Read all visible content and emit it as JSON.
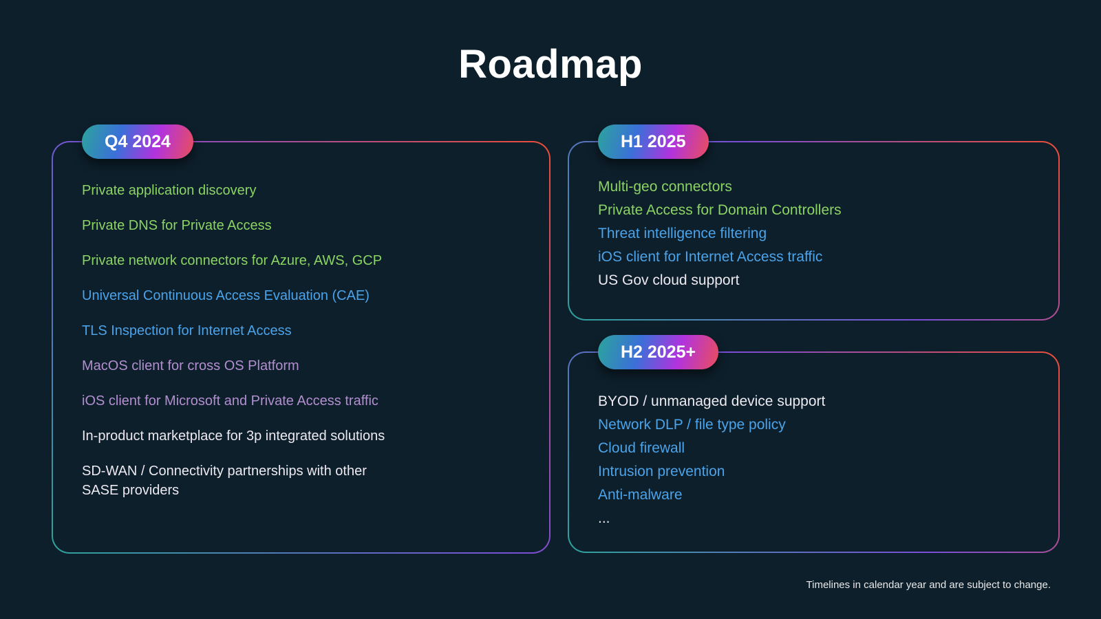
{
  "title": "Roadmap",
  "footnote": "Timelines in calendar year and are subject to change.",
  "colors": {
    "background": "#0D1F2B",
    "title_white": "#FFFFFF",
    "green": "#8BD463",
    "blue": "#4BA3EA",
    "purple": "#B38FD0",
    "white": "#EDE9F1",
    "badge_text": "#FFFFFF",
    "badge_gradient": [
      "#2CA49C",
      "#3A70D8",
      "#B233DE",
      "#EA4E5B"
    ],
    "border_gradient": [
      "#2EA39A",
      "#7A4ED8",
      "#EB4E38"
    ]
  },
  "panels": [
    {
      "id": "q4-2024",
      "badge": "Q4 2024",
      "items": [
        {
          "text": "Private application discovery",
          "color": "green"
        },
        {
          "text": "Private DNS for Private Access",
          "color": "green"
        },
        {
          "text": "Private network connectors for Azure, AWS, GCP",
          "color": "green"
        },
        {
          "text": "Universal Continuous Access Evaluation (CAE)",
          "color": "blue"
        },
        {
          "text": "TLS Inspection for Internet Access",
          "color": "blue"
        },
        {
          "text": "MacOS client for cross OS Platform",
          "color": "purple"
        },
        {
          "text": "iOS client for Microsoft and Private Access traffic",
          "color": "purple"
        },
        {
          "text": "In-product marketplace for 3p integrated solutions",
          "color": "white"
        },
        {
          "text": "SD-WAN / Connectivity partnerships with other\nSASE providers",
          "color": "white"
        }
      ]
    },
    {
      "id": "h1-2025",
      "badge": "H1 2025",
      "items": [
        {
          "text": "Multi-geo connectors",
          "color": "green"
        },
        {
          "text": "Private Access for Domain Controllers",
          "color": "green"
        },
        {
          "text": "Threat intelligence filtering",
          "color": "blue"
        },
        {
          "text": "iOS client for Internet Access traffic",
          "color": "blue"
        },
        {
          "text": "US Gov cloud support",
          "color": "white"
        }
      ]
    },
    {
      "id": "h2-2025-plus",
      "badge": "H2 2025+",
      "items": [
        {
          "text": "BYOD / unmanaged device support",
          "color": "white"
        },
        {
          "text": "Network DLP / file type policy",
          "color": "blue"
        },
        {
          "text": "Cloud firewall",
          "color": "blue"
        },
        {
          "text": "Intrusion prevention",
          "color": "blue"
        },
        {
          "text": "Anti-malware",
          "color": "blue"
        },
        {
          "text": "...",
          "color": "white"
        }
      ]
    }
  ]
}
